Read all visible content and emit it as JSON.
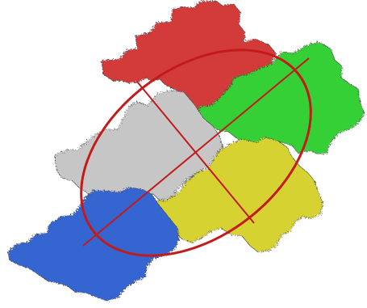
{
  "figure": {
    "background": "#ffffff",
    "tiles": [
      {
        "name": "red-tile",
        "color": "#d33a3a"
      },
      {
        "name": "green-tile",
        "color": "#35d035"
      },
      {
        "name": "gray-tile",
        "color": "#c6c6c6"
      },
      {
        "name": "yellow-tile",
        "color": "#d6d232"
      },
      {
        "name": "blue-tile",
        "color": "#3565d0"
      }
    ],
    "outline_color": "#444444",
    "ellipse": {
      "color": "#c41a1a"
    },
    "axes": {
      "color": "#c41a1a"
    }
  }
}
